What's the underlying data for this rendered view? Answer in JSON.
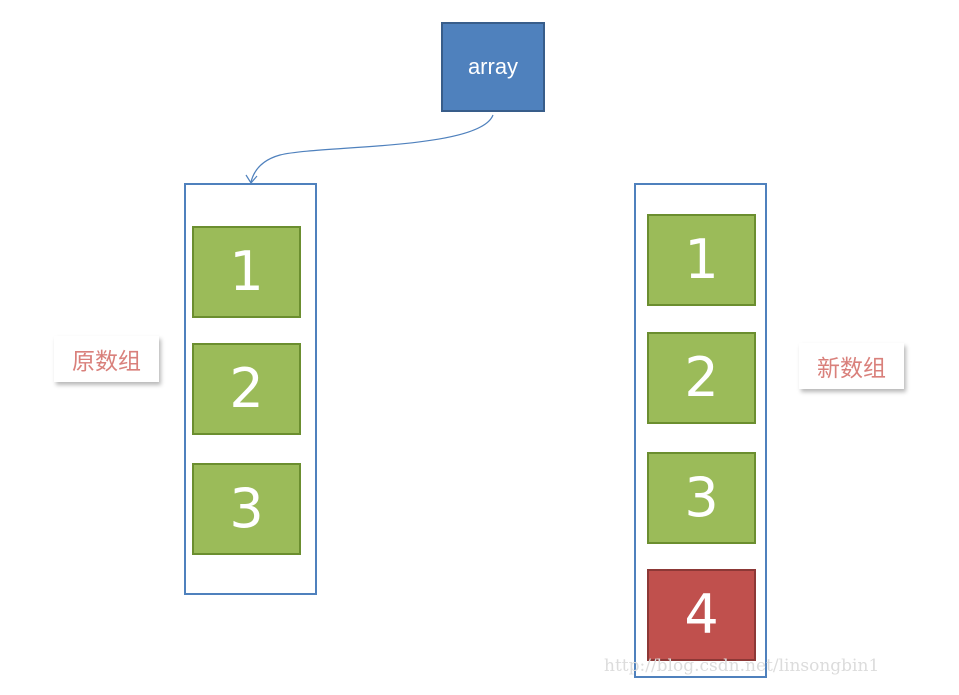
{
  "pointer": {
    "label": "array"
  },
  "original_array": {
    "label": "原数组",
    "cells": [
      "1",
      "2",
      "3"
    ]
  },
  "new_array": {
    "label": "新数组",
    "cells": [
      "1",
      "2",
      "3",
      "4"
    ]
  },
  "watermark": "http://blog.csdn.net/linsongbin1",
  "colors": {
    "pointer_fill": "#4f81bd",
    "container_border": "#4f81bd",
    "cell_fill": "#9bbb59",
    "new_cell_fill": "#c0504d",
    "label_text": "#d9807b"
  }
}
